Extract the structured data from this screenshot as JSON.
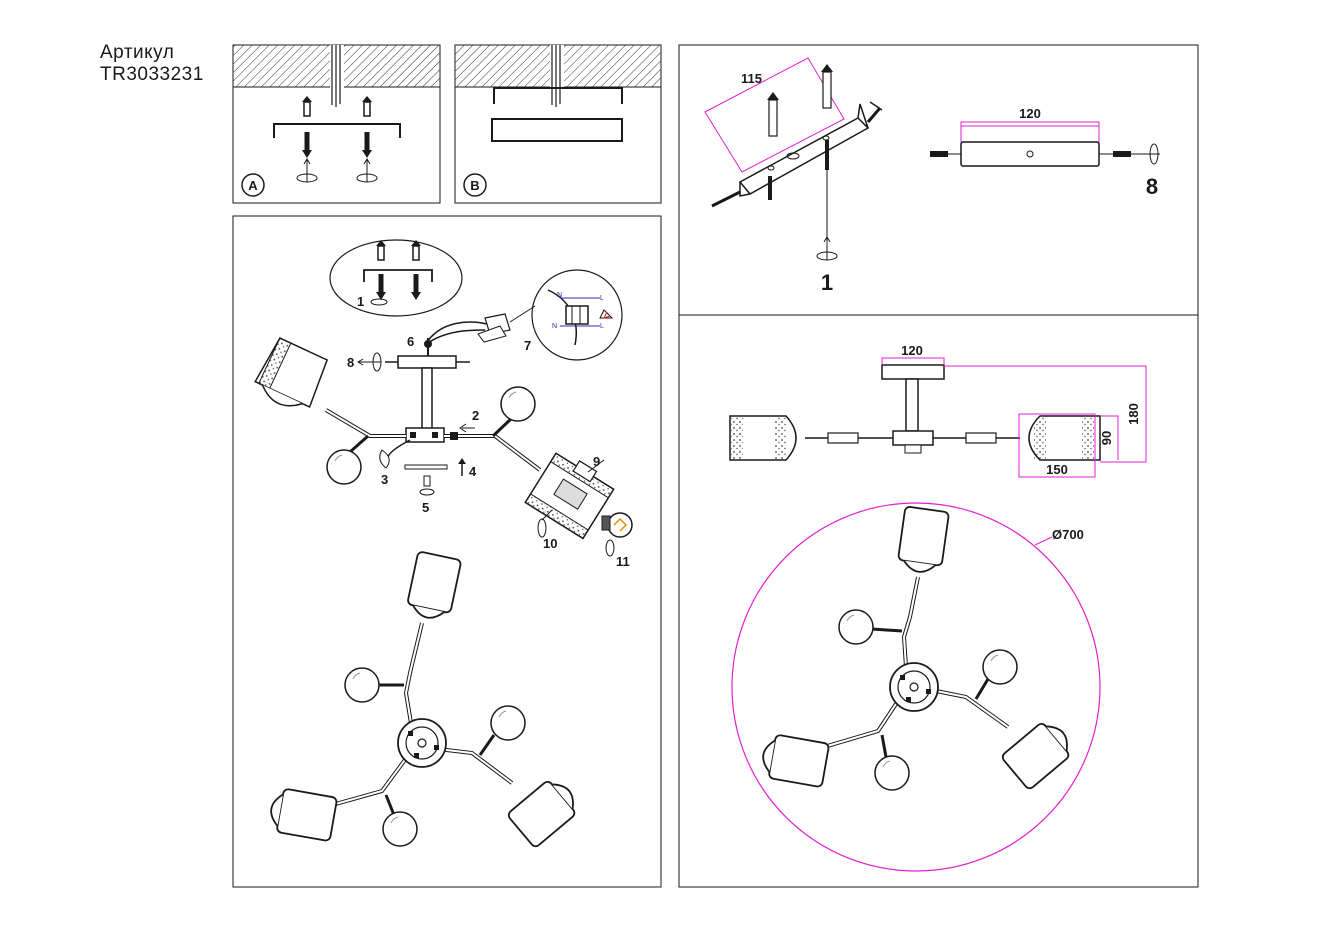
{
  "header": {
    "article_label": "Артикул",
    "article_code": "TR3033231"
  },
  "panels": {
    "A": "A",
    "B": "B"
  },
  "assembly": {
    "step_numbers": [
      "1",
      "2",
      "3",
      "4",
      "5",
      "6",
      "7",
      "8",
      "9",
      "10",
      "11"
    ],
    "wiring_letters": {
      "n": "N",
      "l": "L"
    }
  },
  "mounting": {
    "bracket_length": "115",
    "plate_width": "120",
    "step_screw": "1",
    "step_side": "8"
  },
  "dimensions": {
    "canopy_width": "120",
    "total_height": "180",
    "shade_height": "90",
    "shade_width": "150",
    "diameter": "Ø700"
  },
  "colors": {
    "line": "#1a1a1a",
    "dimension": "#e020d0"
  }
}
